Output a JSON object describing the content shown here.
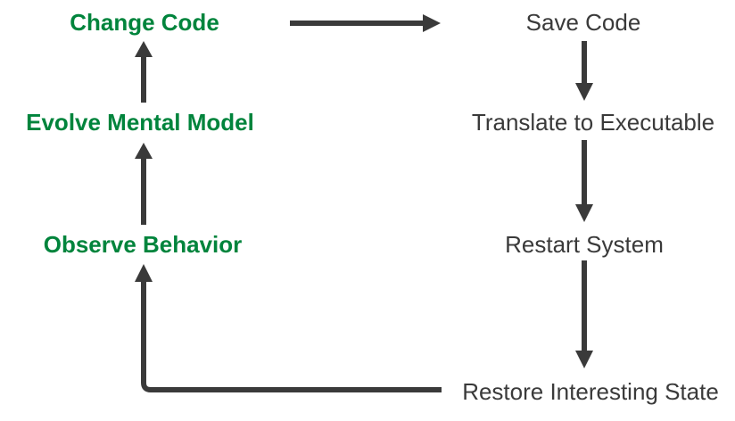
{
  "diagram": {
    "description": "Development feedback loop diagram",
    "colors": {
      "accent_green": "#00843c",
      "arrow_gray": "#3a3a3a",
      "background": "#ffffff"
    },
    "nodes": {
      "change_code": {
        "label": "Change Code",
        "color": "#00843c",
        "emphasis": "bold"
      },
      "save_code": {
        "label": "Save Code",
        "color": "#3a3a3a",
        "emphasis": "regular"
      },
      "evolve_mental_model": {
        "label": "Evolve Mental Model",
        "color": "#00843c",
        "emphasis": "bold"
      },
      "translate_to_executable": {
        "label": "Translate to Executable",
        "color": "#3a3a3a",
        "emphasis": "regular"
      },
      "observe_behavior": {
        "label": "Observe Behavior",
        "color": "#00843c",
        "emphasis": "bold"
      },
      "restart_system": {
        "label": "Restart System",
        "color": "#3a3a3a",
        "emphasis": "regular"
      },
      "restore_interesting_state": {
        "label": "Restore Interesting State",
        "color": "#3a3a3a",
        "emphasis": "regular"
      }
    },
    "edges": [
      {
        "from": "change_code",
        "to": "save_code",
        "direction": "right"
      },
      {
        "from": "save_code",
        "to": "translate_to_executable",
        "direction": "down"
      },
      {
        "from": "translate_to_executable",
        "to": "restart_system",
        "direction": "down"
      },
      {
        "from": "restart_system",
        "to": "restore_interesting_state",
        "direction": "down"
      },
      {
        "from": "restore_interesting_state",
        "to": "observe_behavior",
        "direction": "left-then-up"
      },
      {
        "from": "observe_behavior",
        "to": "evolve_mental_model",
        "direction": "up"
      },
      {
        "from": "evolve_mental_model",
        "to": "change_code",
        "direction": "up"
      }
    ]
  }
}
